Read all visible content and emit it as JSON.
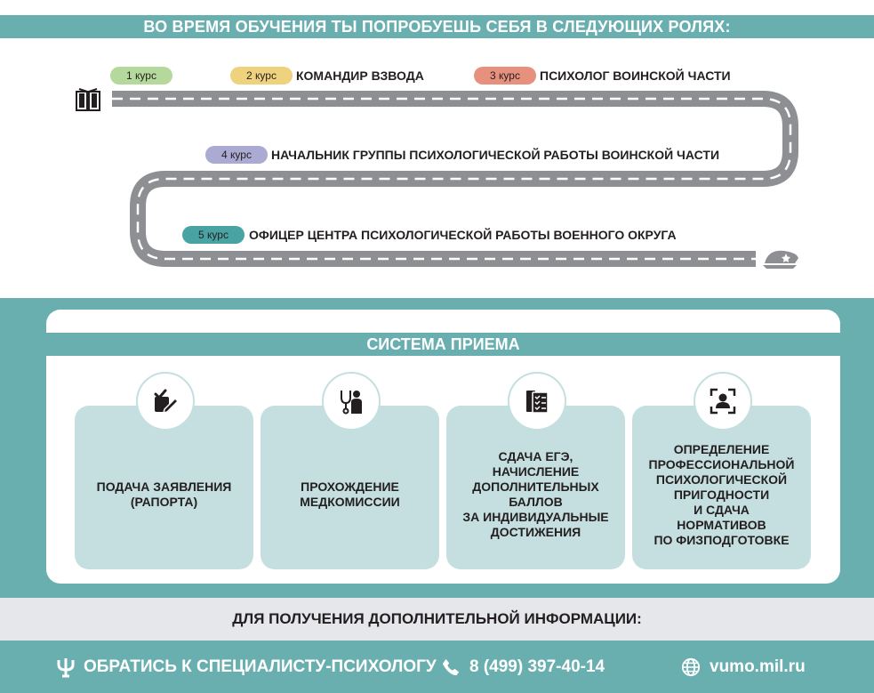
{
  "top": {
    "banner": "ВО ВРЕМЯ ОБУЧЕНИЯ ТЫ ПОПРОБУЕШЬ СЕБЯ В СЛЕДУЮЩИХ РОЛЯХ:",
    "roles": [
      {
        "course": "1 курс",
        "role": "",
        "pill_color": "#b5d99c"
      },
      {
        "course": "2 курс",
        "role": "КОМАНДИР ВЗВОДА",
        "pill_color": "#efd27d"
      },
      {
        "course": "3 курс",
        "role": "ПСИХОЛОГ ВОИНСКОЙ ЧАСТИ",
        "pill_color": "#e8907e"
      },
      {
        "course": "4 курс",
        "role": "НАЧАЛЬНИК ГРУППЫ ПСИХОЛОГИЧЕСКОЙ РАБОТЫ ВОИНСКОЙ ЧАСТИ",
        "pill_color": "#aaaad2"
      },
      {
        "course": "5 курс",
        "role": "ОФИЦЕР ЦЕНТРА ПСИХОЛОГИЧЕСКОЙ РАБОТЫ ВОЕННОГО ОКРУГА",
        "pill_color": "#49a3a2"
      }
    ],
    "start_icon": "book-icon",
    "end_icon": "officer-cap-icon"
  },
  "admission": {
    "title": "СИСТЕМА ПРИЕМА",
    "steps": [
      {
        "icon": "application-pen-icon",
        "text": "ПОДАЧА ЗАЯВЛЕНИЯ\n(РАПОРТА)"
      },
      {
        "icon": "doctor-stethoscope-icon",
        "text": "ПРОХОЖДЕНИЕ\nМЕДКОМИССИИ"
      },
      {
        "icon": "checklist-documents-icon",
        "text": "СДАЧА ЕГЭ,\nНАЧИСЛЕНИЕ\nДОПОЛНИТЕЛЬНЫХ\nБАЛЛОВ\nЗА ИНДИВИДУАЛЬНЫЕ\nДОСТИЖЕНИЯ"
      },
      {
        "icon": "face-scan-icon",
        "text": "ОПРЕДЕЛЕНИЕ\nПРОФЕССИОНАЛЬНОЙ\nПСИХОЛОГИЧЕСКОЙ\nПРИГОДНОСТИ\nИ СДАЧА\nНОРМАТИВОВ\nПО ФИЗПОДГОТОВКЕ"
      }
    ]
  },
  "info": {
    "title": "ДЛЯ ПОЛУЧЕНИЯ ДОПОЛНИТЕЛЬНОЙ ИНФОРМАЦИИ:"
  },
  "contacts": {
    "specialist": "ОБРАТИСЬ К СПЕЦИАЛИСТУ-ПСИХОЛОГУ",
    "phone": "8 (499) 397-40-14",
    "website": "vumo.mil.ru"
  },
  "colors": {
    "teal": "#6aafb0",
    "light_teal": "#c5dfe0",
    "road": "#8e8f92",
    "gray_strip": "#e6e7eb"
  }
}
